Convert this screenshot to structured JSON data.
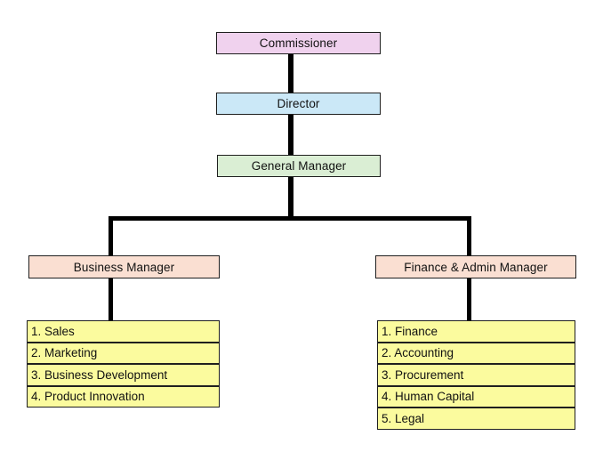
{
  "nodes": {
    "commissioner": {
      "label": "Commissioner",
      "fill": "#F0D2EE"
    },
    "director": {
      "label": "Director",
      "fill": "#CBE8F7"
    },
    "general_manager": {
      "label": "General Manager",
      "fill": "#DAEED4"
    },
    "business_manager": {
      "label": "Business Manager",
      "fill": "#FADFD2"
    },
    "finance_admin_manager": {
      "label": "Finance & Admin Manager",
      "fill": "#FADFD2"
    }
  },
  "lists": {
    "business": {
      "fill": "#FBFB9E",
      "items": [
        "1. Sales",
        "2. Marketing",
        "3. Business Development",
        "4. Product Innovation"
      ]
    },
    "finance": {
      "fill": "#FBFB9E",
      "items": [
        "1. Finance",
        "2. Accounting",
        "3. Procurement",
        "4. Human Capital",
        "5. Legal"
      ]
    }
  },
  "colors": {
    "connector": "#000000",
    "box_border": "#1f1f1f",
    "background": "#FFFFFF"
  }
}
